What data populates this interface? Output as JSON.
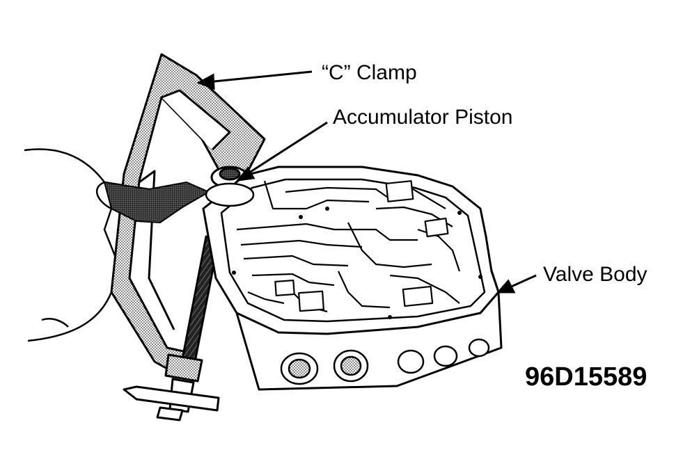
{
  "labels": {
    "c_clamp": "“C” Clamp",
    "accumulator_piston": "Accumulator Piston",
    "valve_body": "Valve Body"
  },
  "figure_code": "96D15589",
  "colors": {
    "ink": "#000000",
    "paper": "#ffffff",
    "shading": "#9a9a9a"
  }
}
